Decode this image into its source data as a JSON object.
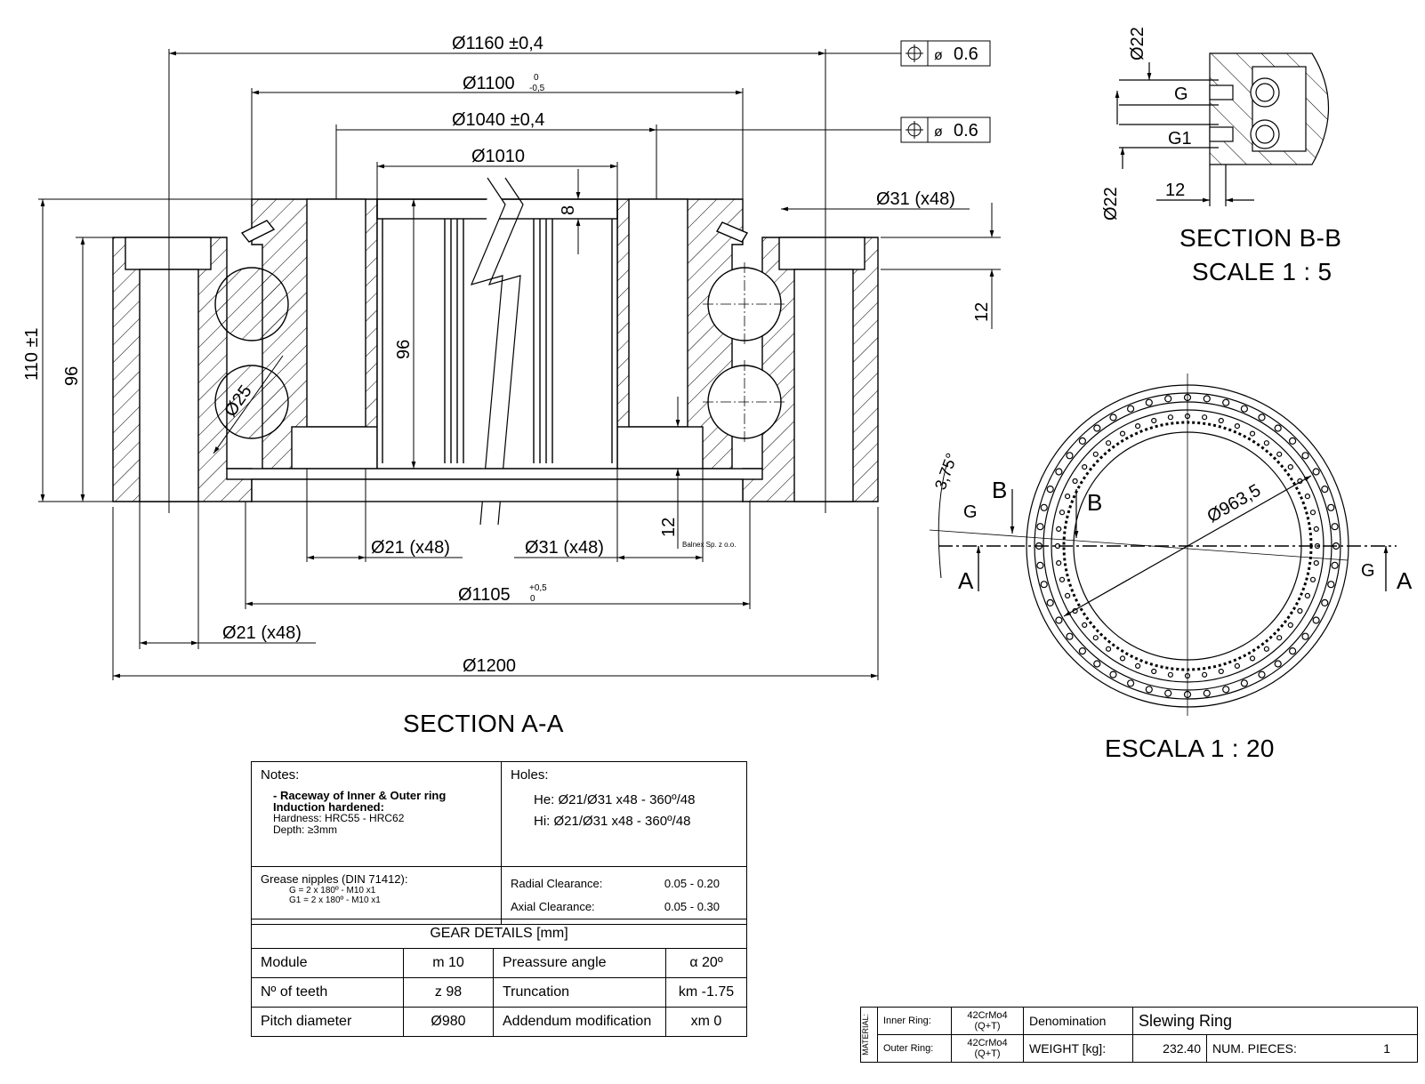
{
  "dimensions": {
    "d1160": "Ø1160 ±0,4",
    "d1100": "Ø1100",
    "d1100_tol_upper": "0",
    "d1100_tol_lower": "-0,5",
    "d1040": "Ø1040 ±0,4",
    "d1010": "Ø1010",
    "d31_x48_top": "Ø31 (x48)",
    "d21_x48_mid": "Ø21 (x48)",
    "d31_x48_mid": "Ø31 (x48)",
    "d1105": "Ø1105",
    "d1105_tol_upper": "+0,5",
    "d1105_tol_lower": "0",
    "d21_x48_bottom": "Ø21 (x48)",
    "d1200": "Ø1200",
    "h110": "110 ±1",
    "h96_left": "96",
    "h96_inner": "96",
    "ball_dia": "Ø25",
    "dim_8": "8",
    "dim_12_right": "12",
    "dim_12_inner": "12",
    "position_tol": "0.6",
    "company": "Balnex Sp. z o.o."
  },
  "section_aa": {
    "title": "SECTION A-A"
  },
  "section_bb": {
    "title": "SECTION B-B",
    "scale": "SCALE 1 : 5",
    "d22_top": "Ø22",
    "d22_bottom": "Ø22",
    "label_g": "G",
    "label_g1": "G1",
    "dim_12": "12"
  },
  "plan_view": {
    "scale": "ESCALA 1 : 20",
    "angle": "3,75°",
    "pitch_dia": "Ø963,5",
    "label_a_left": "A",
    "label_a_right": "A",
    "label_b_left": "B",
    "label_b_right": "B",
    "label_g_left": "G",
    "label_g_right": "G"
  },
  "notes": {
    "header": "Notes:",
    "raceway_line1": "- Raceway of Inner & Outer ring",
    "raceway_line2": "Induction hardened:",
    "hardness": "Hardness: HRC55 - HRC62",
    "depth": "Depth: ≥3mm",
    "holes_header": "Holes:",
    "holes_he": "He:  Ø21/Ø31 x48 - 360º/48",
    "holes_hi": "Hi:   Ø21/Ø31 x48 - 360º/48",
    "grease_header": "Grease nipples (DIN 71412):",
    "grease_g": "G = 2 x 180º  - M10 x1",
    "grease_g1": "G1 = 2 x 180º  - M10 x1",
    "radial_label": "Radial Clearance:",
    "radial_value": "0.05 - 0.20",
    "axial_label": "Axial Clearance:",
    "axial_value": "0.05 - 0.30"
  },
  "gear": {
    "title": "GEAR DETAILS [mm]",
    "rows": [
      {
        "label": "Module",
        "value": "m 10",
        "label2": "Preassure angle",
        "value2": "α 20º"
      },
      {
        "label": "Nº of teeth",
        "value": "z 98",
        "label2": "Truncation",
        "value2": "km -1.75"
      },
      {
        "label": "Pitch diameter",
        "value": "Ø980",
        "label2": "Addendum modification",
        "value2": "xm 0"
      }
    ]
  },
  "title_block": {
    "material_label": "MATERIAL:",
    "inner_ring_label": "Inner Ring:",
    "inner_ring_material": "42CrMo4 (Q+T)",
    "outer_ring_label": "Outer Ring:",
    "outer_ring_material": "42CrMo4 (Q+T)",
    "denomination_label": "Denomination",
    "denomination_value": "Slewing Ring",
    "weight_label": "WEIGHT [kg]:",
    "weight_value": "232.40",
    "pieces_label": "NUM. PIECES:",
    "pieces_value": "1"
  }
}
